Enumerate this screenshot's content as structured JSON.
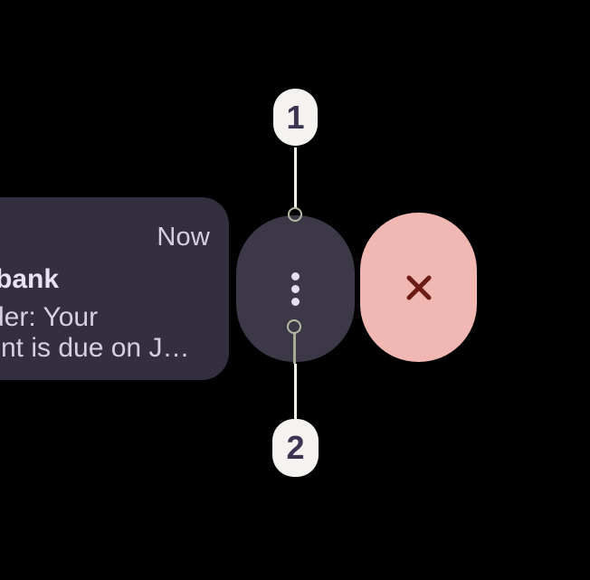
{
  "notification": {
    "timestamp": "Now",
    "title": "bank",
    "body_line_1": "der: Your",
    "body_line_2": "nt is due on J…"
  },
  "actions": {
    "more_button": {
      "icon": "more-vertical-icon"
    },
    "dismiss_button": {
      "icon": "close-x-icon"
    }
  },
  "annotations": {
    "callout_1": {
      "label": "1"
    },
    "callout_2": {
      "label": "2"
    }
  },
  "colors": {
    "background": "#000000",
    "card_surface": "#332f3e",
    "action_surface": "#3d3848",
    "dismiss_surface": "#f1b8b3",
    "dismiss_icon": "#6b1d15",
    "card_text": "#d6cfe1",
    "card_title_text": "#eae2f4",
    "dots_icon": "#e5ddf0",
    "badge_surface": "#f5f3f0",
    "badge_text": "#3b3552",
    "leader_line": "#f3f1ea",
    "endpoint_ring": "#b7baa2"
  }
}
